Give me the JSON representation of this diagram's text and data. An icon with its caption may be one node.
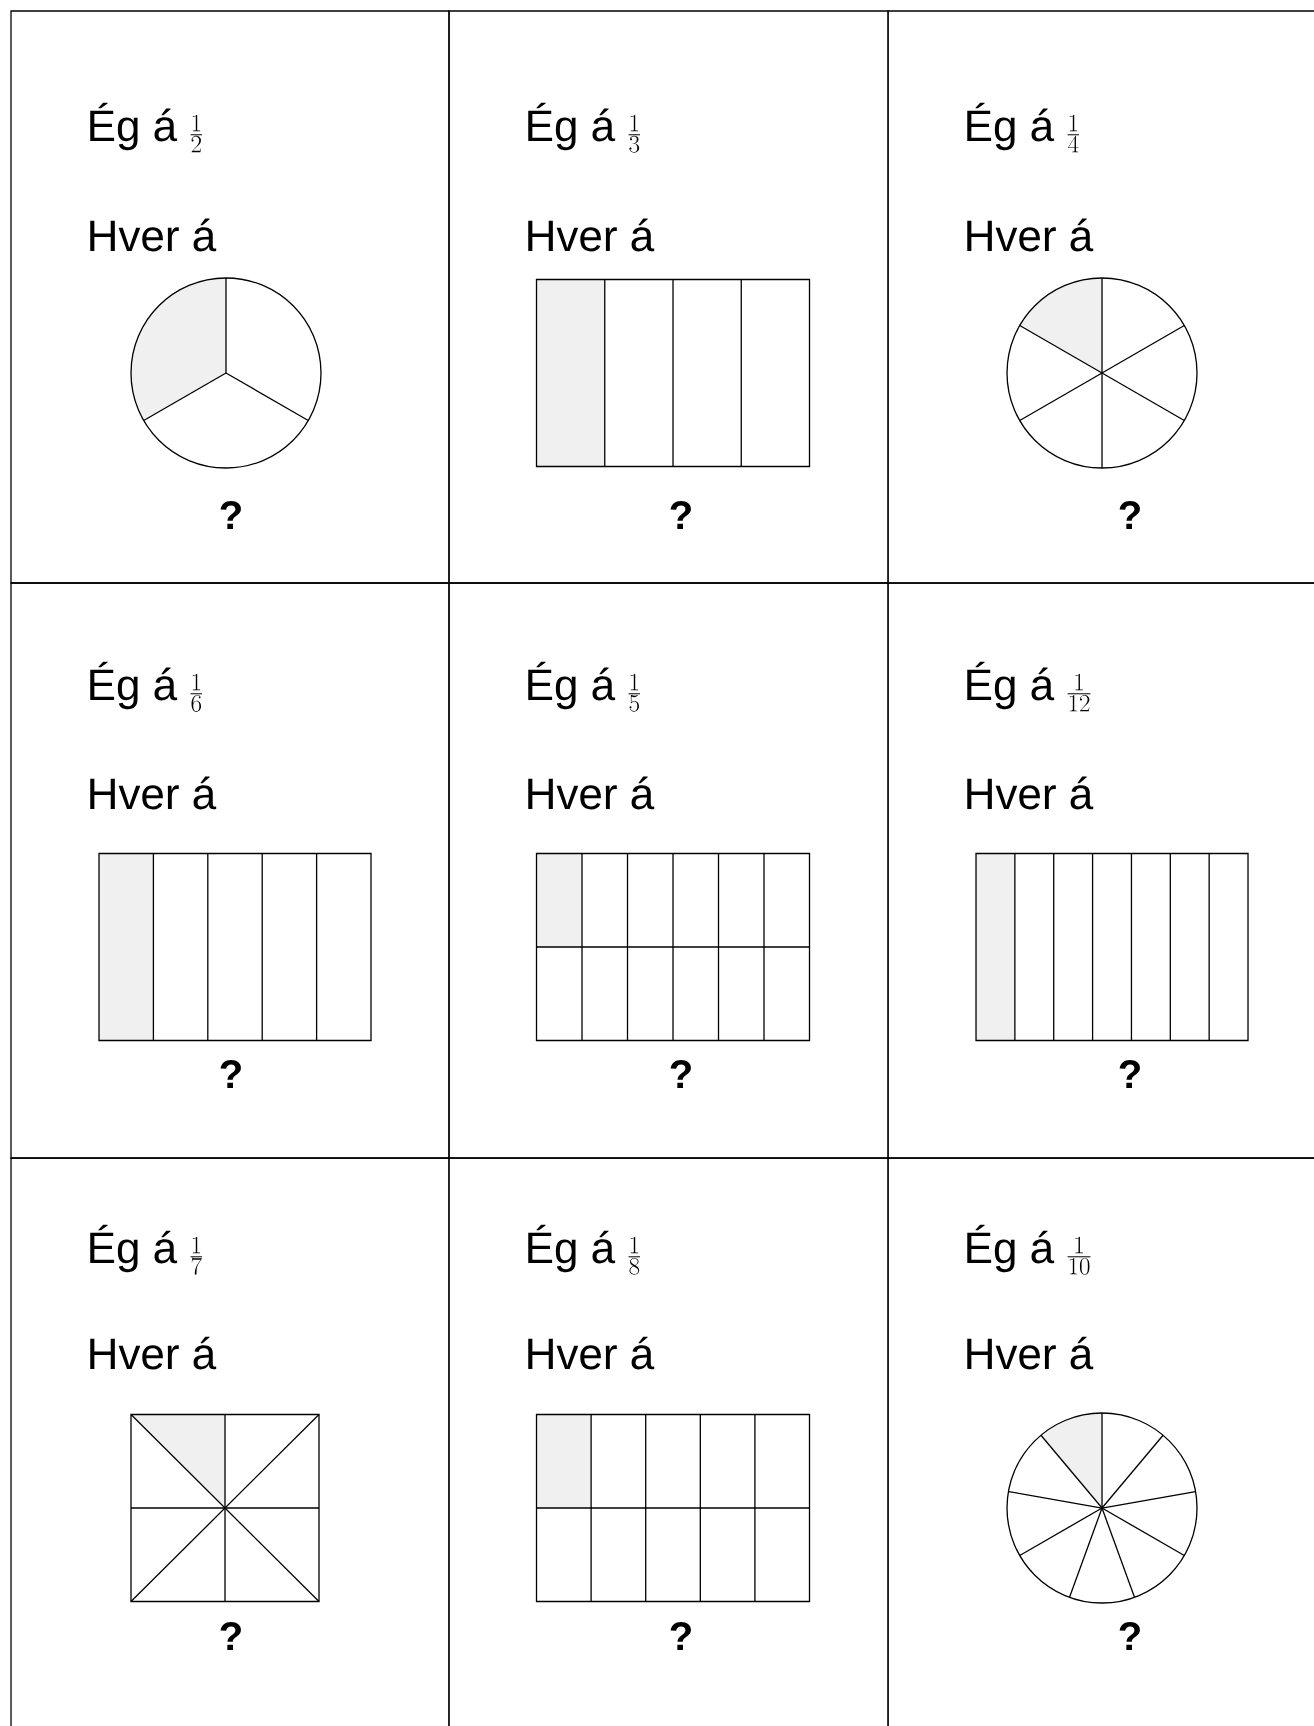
{
  "diagram": {
    "nodes": [
      {
        "text": [
          "Ég á",
          "\\frac{1}{2}",
          "Hver á",
          "?"
        ]
      },
      {
        "text": [],
        "shape": "circle",
        "in": 0
      },
      {
        "text": [
          "Ég á",
          "\\frac{1}{3}",
          "Hver á",
          "?"
        ]
      },
      {
        "text": [],
        "shape": "box",
        "in": 2
      },
      {
        "text": [
          "Ég á",
          "\\frac{1}{4}",
          "Hver á",
          "?"
        ]
      },
      {
        "text": [],
        "shape": "circle",
        "in": 4
      },
      {
        "text": [
          "Ég á",
          "\\frac{1}{6}",
          "Hver á",
          "?"
        ]
      },
      {
        "text": [],
        "shape": "box",
        "in": 6
      },
      {
        "text": [
          "Ég á",
          "\\frac{1}{5}",
          "Hver á",
          "?"
        ]
      },
      {
        "text": [],
        "shape": "box",
        "in": 8
      },
      {
        "text": [
          "Ég á",
          "\\frac{1}{12}",
          "Hver á",
          "?"
        ]
      },
      {
        "text": [],
        "shape": "box",
        "in": 10
      },
      {
        "text": [
          "Ég á",
          "\\frac{1}{7}",
          "Hver á",
          "?"
        ]
      },
      {
        "text": [],
        "shape": "box",
        "in": 12
      },
      {
        "text": [
          "Ég á",
          "\\frac{1}{8}",
          "Hver á",
          "?"
        ]
      },
      {
        "text": [],
        "shape": "box",
        "in": 14
      },
      {
        "text": [
          "Ég á",
          "\\frac{1}{10}",
          "Hver á",
          "?"
        ]
      },
      {
        "text": [],
        "shape": "circle",
        "in": 16
      }
    ]
  }
}
